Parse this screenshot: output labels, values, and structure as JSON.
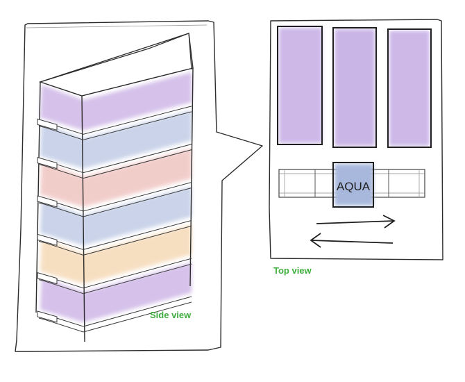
{
  "captions": {
    "side_view": "Side view",
    "top_view": "Top view"
  },
  "top_view": {
    "center_label": "AQUA"
  },
  "colors": {
    "caption": "#3fae3f",
    "purple": "#b48fd9",
    "blue": "#9fb0d8",
    "red": "#e6a5a0",
    "orange": "#f0c590",
    "aqua_block": "#a8b8dc",
    "ink": "#2b2b2b"
  },
  "shelf_tints": [
    "purple",
    "blue",
    "red",
    "blue",
    "orange",
    "purple"
  ]
}
